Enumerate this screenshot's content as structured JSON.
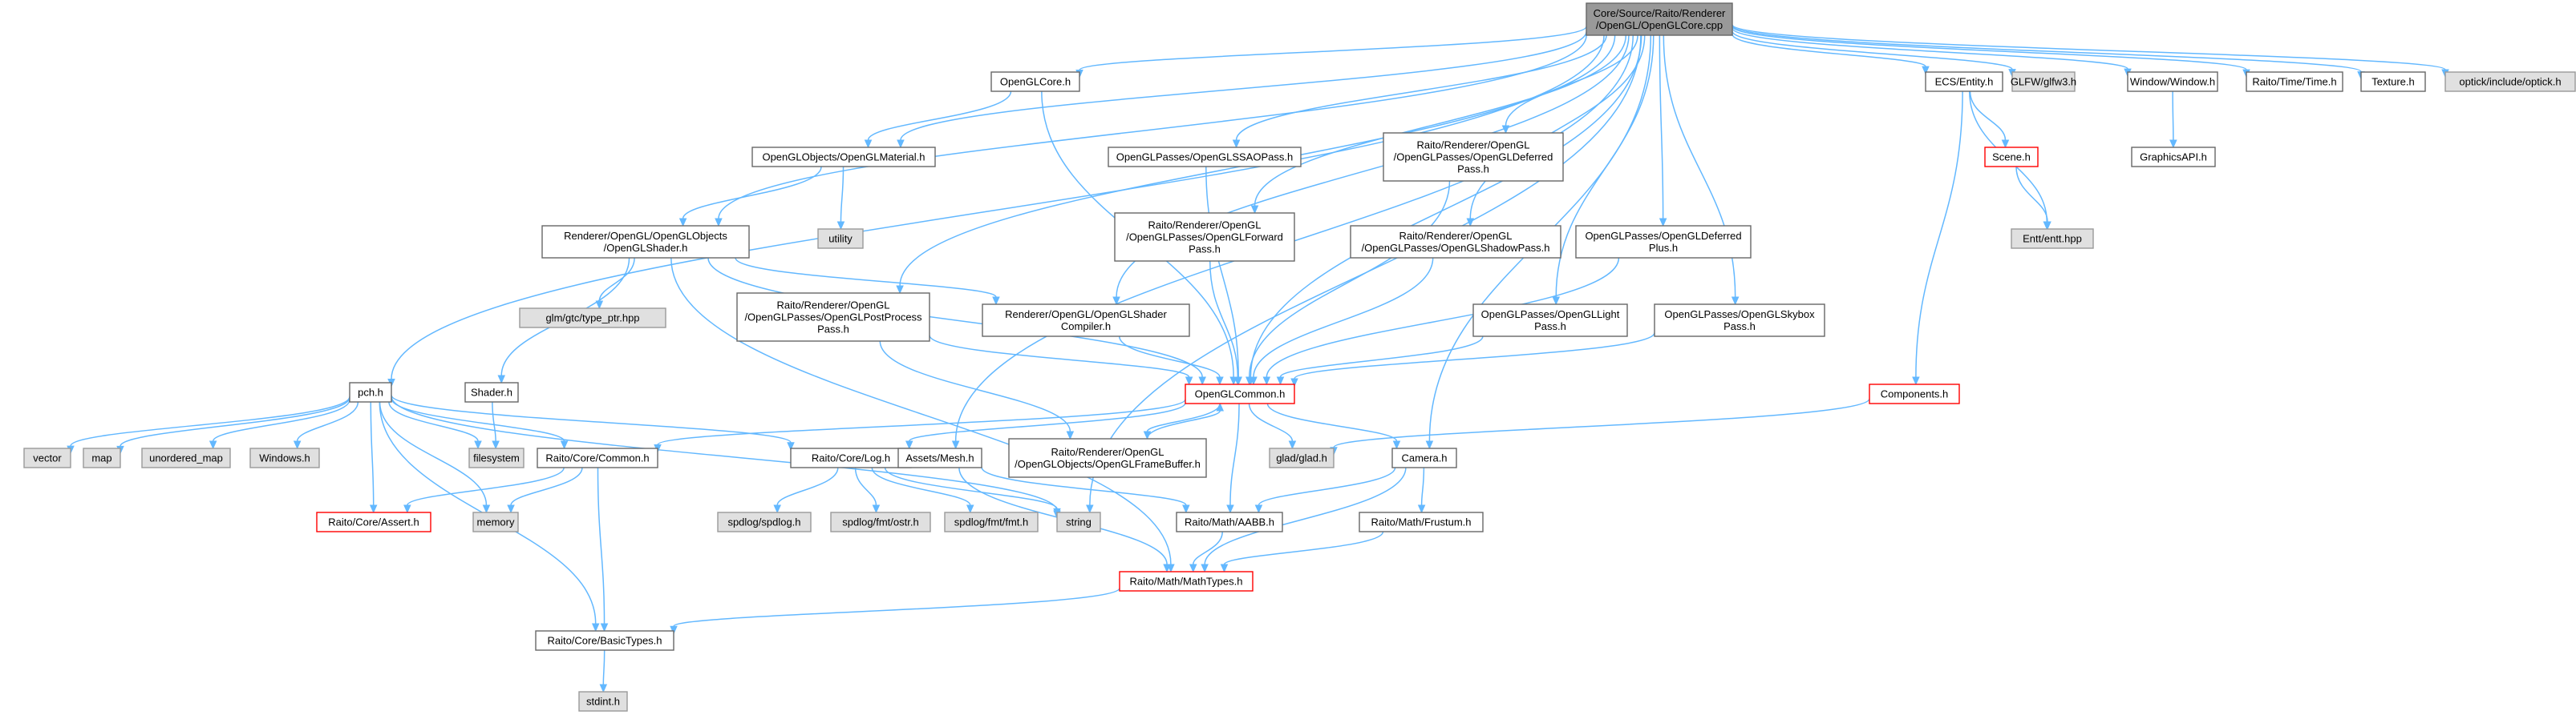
{
  "diagram": {
    "colors": {
      "root_fill": "#999999",
      "root_stroke": "#666666",
      "node_fill": "#ffffff",
      "node_stroke": "#666666",
      "external_fill": "#e0e0e0",
      "external_stroke": "#999999",
      "truncated_stroke": "#ff0000",
      "edge": "#63b8ff"
    },
    "nodes": [
      {
        "id": "root",
        "lines": [
          "Core/Source/Raito/Renderer",
          "/OpenGL/OpenGLCore.cpp"
        ],
        "style": "root"
      },
      {
        "id": "openglcore_h",
        "lines": [
          "OpenGLCore.h"
        ],
        "style": "normal"
      },
      {
        "id": "ecs_entity",
        "lines": [
          "ECS/Entity.h"
        ],
        "style": "normal"
      },
      {
        "id": "glfw",
        "lines": [
          "GLFW/glfw3.h"
        ],
        "style": "external"
      },
      {
        "id": "window",
        "lines": [
          "Window/Window.h"
        ],
        "style": "normal"
      },
      {
        "id": "time",
        "lines": [
          "Raito/Time/Time.h"
        ],
        "style": "normal"
      },
      {
        "id": "texture",
        "lines": [
          "Texture.h"
        ],
        "style": "normal"
      },
      {
        "id": "optick",
        "lines": [
          "optick/include/optick.h"
        ],
        "style": "external"
      },
      {
        "id": "material",
        "lines": [
          "OpenGLObjects/OpenGLMaterial.h"
        ],
        "style": "normal"
      },
      {
        "id": "ssao",
        "lines": [
          "OpenGLPasses/OpenGLSSAOPass.h"
        ],
        "style": "normal"
      },
      {
        "id": "deferred",
        "lines": [
          "Raito/Renderer/OpenGL",
          "/OpenGLPasses/OpenGLDeferred",
          "Pass.h"
        ],
        "style": "normal"
      },
      {
        "id": "scene",
        "lines": [
          "Scene.h"
        ],
        "style": "truncated"
      },
      {
        "id": "graphicsapi",
        "lines": [
          "GraphicsAPI.h"
        ],
        "style": "normal"
      },
      {
        "id": "utility",
        "lines": [
          "utility"
        ],
        "style": "external"
      },
      {
        "id": "shader_obj",
        "lines": [
          "Renderer/OpenGL/OpenGLObjects",
          "/OpenGLShader.h"
        ],
        "style": "normal"
      },
      {
        "id": "forward",
        "lines": [
          "Raito/Renderer/OpenGL",
          "/OpenGLPasses/OpenGLForward",
          "Pass.h"
        ],
        "style": "normal"
      },
      {
        "id": "shadow",
        "lines": [
          "Raito/Renderer/OpenGL",
          "/OpenGLPasses/OpenGLShadowPass.h"
        ],
        "style": "normal"
      },
      {
        "id": "deferredplus",
        "lines": [
          "OpenGLPasses/OpenGLDeferred",
          "Plus.h"
        ],
        "style": "normal"
      },
      {
        "id": "entt",
        "lines": [
          "Entt/entt.hpp"
        ],
        "style": "external"
      },
      {
        "id": "glm",
        "lines": [
          "glm/gtc/type_ptr.hpp"
        ],
        "style": "external"
      },
      {
        "id": "postprocess",
        "lines": [
          "Raito/Renderer/OpenGL",
          "/OpenGLPasses/OpenGLPostProcess",
          "Pass.h"
        ],
        "style": "normal"
      },
      {
        "id": "shader_compiler",
        "lines": [
          "Renderer/OpenGL/OpenGLShader",
          "Compiler.h"
        ],
        "style": "normal"
      },
      {
        "id": "light",
        "lines": [
          "OpenGLPasses/OpenGLLight",
          "Pass.h"
        ],
        "style": "normal"
      },
      {
        "id": "skybox",
        "lines": [
          "OpenGLPasses/OpenGLSkybox",
          "Pass.h"
        ],
        "style": "normal"
      },
      {
        "id": "shader_h",
        "lines": [
          "Shader.h"
        ],
        "style": "normal"
      },
      {
        "id": "pch",
        "lines": [
          "pch.h"
        ],
        "style": "normal"
      },
      {
        "id": "openglcommon",
        "lines": [
          "OpenGLCommon.h"
        ],
        "style": "truncated"
      },
      {
        "id": "components",
        "lines": [
          "Components.h"
        ],
        "style": "truncated"
      },
      {
        "id": "vector",
        "lines": [
          "vector"
        ],
        "style": "external"
      },
      {
        "id": "map",
        "lines": [
          "map"
        ],
        "style": "external"
      },
      {
        "id": "unordered_map",
        "lines": [
          "unordered_map"
        ],
        "style": "external"
      },
      {
        "id": "windows",
        "lines": [
          "Windows.h"
        ],
        "style": "external"
      },
      {
        "id": "filesystem",
        "lines": [
          "filesystem"
        ],
        "style": "external"
      },
      {
        "id": "common",
        "lines": [
          "Raito/Core/Common.h"
        ],
        "style": "normal"
      },
      {
        "id": "log",
        "lines": [
          "Raito/Core/Log.h"
        ],
        "style": "normal"
      },
      {
        "id": "mesh",
        "lines": [
          "Assets/Mesh.h"
        ],
        "style": "normal"
      },
      {
        "id": "framebuffer",
        "lines": [
          "Raito/Renderer/OpenGL",
          "/OpenGLObjects/OpenGLFrameBuffer.h"
        ],
        "style": "normal"
      },
      {
        "id": "glad",
        "lines": [
          "glad/glad.h"
        ],
        "style": "external"
      },
      {
        "id": "camera",
        "lines": [
          "Camera.h"
        ],
        "style": "normal"
      },
      {
        "id": "assert",
        "lines": [
          "Raito/Core/Assert.h"
        ],
        "style": "truncated"
      },
      {
        "id": "memory",
        "lines": [
          "memory"
        ],
        "style": "external"
      },
      {
        "id": "spdlog",
        "lines": [
          "spdlog/spdlog.h"
        ],
        "style": "external"
      },
      {
        "id": "ostr",
        "lines": [
          "spdlog/fmt/ostr.h"
        ],
        "style": "external"
      },
      {
        "id": "fmt",
        "lines": [
          "spdlog/fmt/fmt.h"
        ],
        "style": "external"
      },
      {
        "id": "string",
        "lines": [
          "string"
        ],
        "style": "external"
      },
      {
        "id": "aabb",
        "lines": [
          "Raito/Math/AABB.h"
        ],
        "style": "normal"
      },
      {
        "id": "frustum",
        "lines": [
          "Raito/Math/Frustum.h"
        ],
        "style": "normal"
      },
      {
        "id": "mathtypes",
        "lines": [
          "Raito/Math/MathTypes.h"
        ],
        "style": "truncated"
      },
      {
        "id": "basictypes",
        "lines": [
          "Raito/Core/BasicTypes.h"
        ],
        "style": "normal"
      },
      {
        "id": "stdint",
        "lines": [
          "stdint.h"
        ],
        "style": "external"
      }
    ],
    "edges": [
      [
        "root",
        "openglcore_h"
      ],
      [
        "root",
        "ecs_entity"
      ],
      [
        "root",
        "glfw"
      ],
      [
        "root",
        "window"
      ],
      [
        "root",
        "time"
      ],
      [
        "root",
        "texture"
      ],
      [
        "root",
        "optick"
      ],
      [
        "root",
        "material"
      ],
      [
        "root",
        "ssao"
      ],
      [
        "root",
        "deferred"
      ],
      [
        "root",
        "shader_obj"
      ],
      [
        "root",
        "forward"
      ],
      [
        "root",
        "shadow"
      ],
      [
        "root",
        "deferredplus"
      ],
      [
        "root",
        "postprocess"
      ],
      [
        "root",
        "shader_compiler"
      ],
      [
        "root",
        "light"
      ],
      [
        "root",
        "skybox"
      ],
      [
        "root",
        "pch"
      ],
      [
        "root",
        "openglcommon"
      ],
      [
        "root",
        "mesh"
      ],
      [
        "root",
        "camera"
      ],
      [
        "root",
        "string"
      ],
      [
        "openglcore_h",
        "material"
      ],
      [
        "openglcore_h",
        "openglcommon"
      ],
      [
        "ecs_entity",
        "scene"
      ],
      [
        "ecs_entity",
        "components"
      ],
      [
        "ecs_entity",
        "entt"
      ],
      [
        "scene",
        "entt"
      ],
      [
        "window",
        "graphicsapi"
      ],
      [
        "material",
        "utility"
      ],
      [
        "material",
        "shader_obj"
      ],
      [
        "ssao",
        "openglcommon"
      ],
      [
        "deferred",
        "openglcommon"
      ],
      [
        "forward",
        "openglcommon"
      ],
      [
        "shadow",
        "openglcommon"
      ],
      [
        "deferredplus",
        "openglcommon"
      ],
      [
        "light",
        "openglcommon"
      ],
      [
        "skybox",
        "openglcommon"
      ],
      [
        "shader_obj",
        "glm"
      ],
      [
        "shader_obj",
        "shader_h"
      ],
      [
        "shader_obj",
        "shader_compiler"
      ],
      [
        "shader_obj",
        "openglcommon"
      ],
      [
        "shader_obj",
        "mathtypes"
      ],
      [
        "shader_h",
        "filesystem"
      ],
      [
        "postprocess",
        "openglcommon"
      ],
      [
        "postprocess",
        "framebuffer"
      ],
      [
        "shader_compiler",
        "openglcommon"
      ],
      [
        "components",
        "glad"
      ],
      [
        "pch",
        "vector"
      ],
      [
        "pch",
        "map"
      ],
      [
        "pch",
        "unordered_map"
      ],
      [
        "pch",
        "windows"
      ],
      [
        "pch",
        "filesystem"
      ],
      [
        "pch",
        "common"
      ],
      [
        "pch",
        "log"
      ],
      [
        "pch",
        "assert"
      ],
      [
        "pch",
        "memory"
      ],
      [
        "pch",
        "string"
      ],
      [
        "pch",
        "basictypes"
      ],
      [
        "openglcommon",
        "common"
      ],
      [
        "openglcommon",
        "log"
      ],
      [
        "openglcommon",
        "framebuffer"
      ],
      [
        "openglcommon",
        "glad"
      ],
      [
        "openglcommon",
        "camera"
      ],
      [
        "openglcommon",
        "aabb"
      ],
      [
        "framebuffer",
        "openglcommon"
      ],
      [
        "common",
        "assert"
      ],
      [
        "common",
        "memory"
      ],
      [
        "common",
        "basictypes"
      ],
      [
        "log",
        "spdlog"
      ],
      [
        "log",
        "ostr"
      ],
      [
        "log",
        "fmt"
      ],
      [
        "log",
        "string"
      ],
      [
        "mesh",
        "aabb"
      ],
      [
        "mesh",
        "mathtypes"
      ],
      [
        "camera",
        "aabb"
      ],
      [
        "camera",
        "frustum"
      ],
      [
        "camera",
        "mathtypes"
      ],
      [
        "aabb",
        "mathtypes"
      ],
      [
        "frustum",
        "mathtypes"
      ],
      [
        "mathtypes",
        "basictypes"
      ],
      [
        "basictypes",
        "stdint"
      ]
    ]
  }
}
